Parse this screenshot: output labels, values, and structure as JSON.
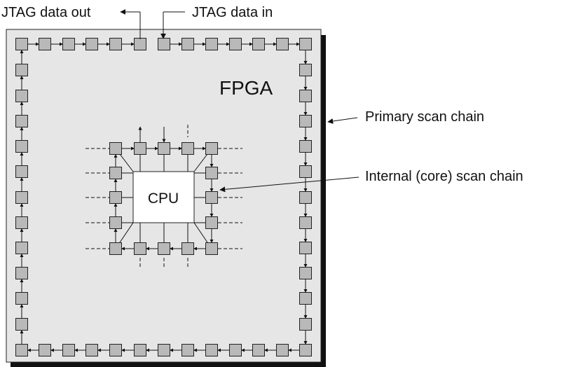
{
  "labels": {
    "jtag_out": "JTAG data out",
    "jtag_in": "JTAG data in",
    "fpga": "FPGA",
    "cpu": "CPU",
    "primary_chain": "Primary scan chain",
    "internal_chain": "Internal (core) scan chain"
  },
  "colors": {
    "chip_fill": "#e6e6e6",
    "cell_fill": "#b9b9b9",
    "shadow": "#111111",
    "cpu_fill": "#ffffff"
  }
}
